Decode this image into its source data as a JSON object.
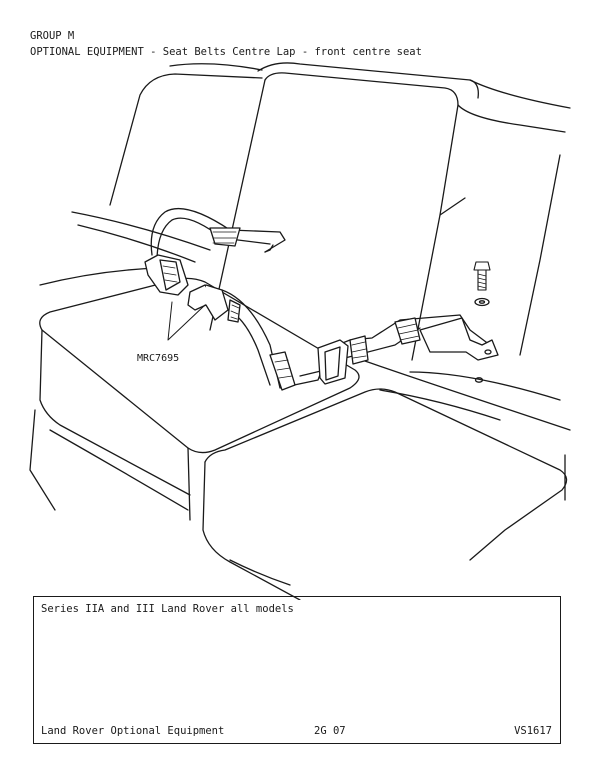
{
  "header": {
    "group": "GROUP M",
    "title": "OPTIONAL EQUIPMENT - Seat Belts Centre Lap - front centre seat"
  },
  "illustration": {
    "callout": "MRC7695"
  },
  "footer_box": {
    "applies_to": "Series IIA and III Land Rover all models",
    "section": "Land Rover Optional Equipment",
    "page": "2G 07",
    "ref": "VS1617"
  }
}
